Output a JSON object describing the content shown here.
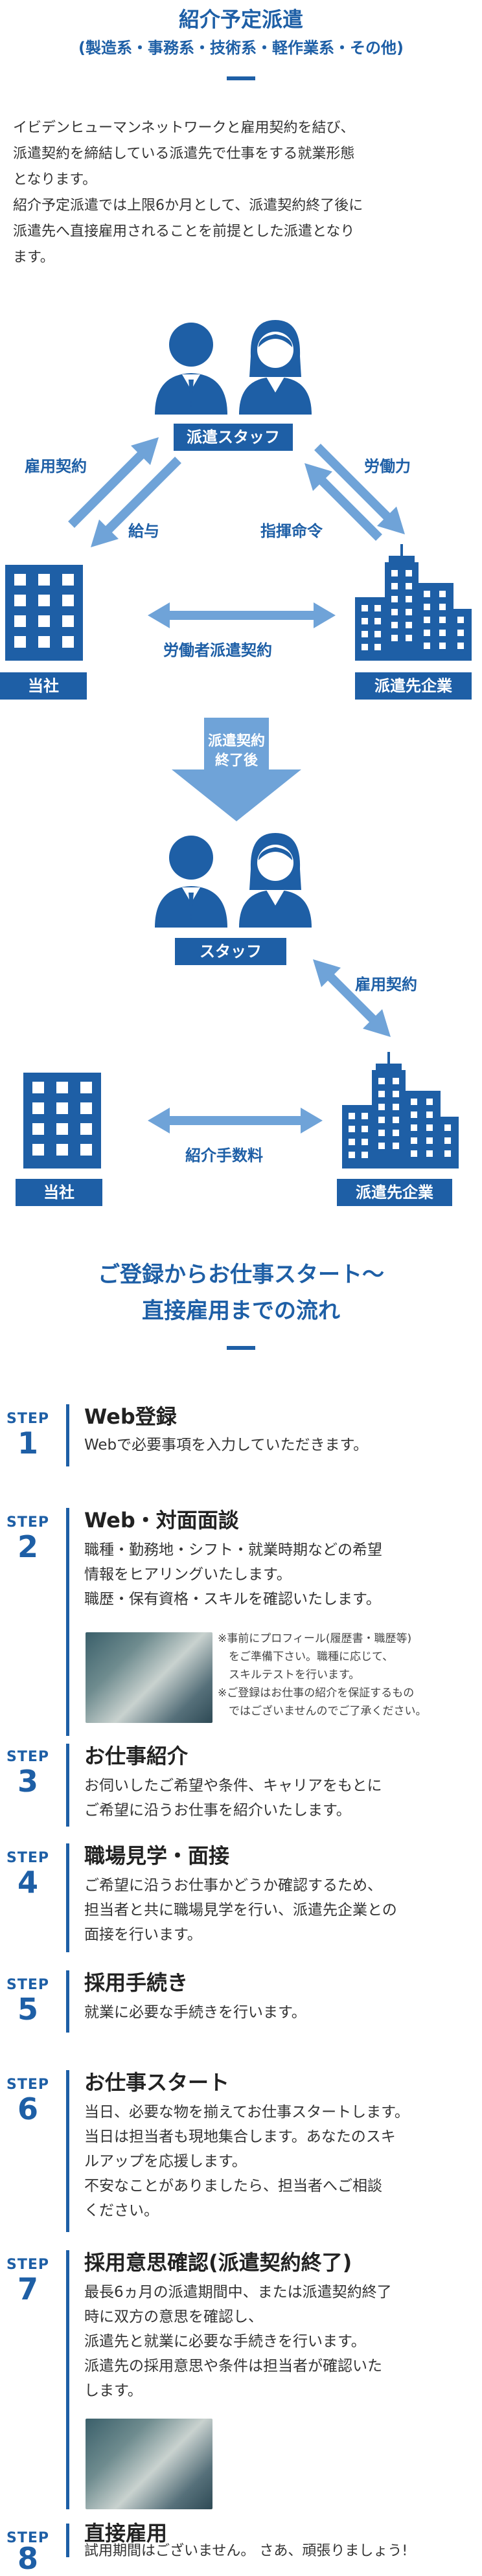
{
  "section1": {
    "title": "紹介予定派遣",
    "subtitle": "(製造系・事務系・技術系・軽作業系・その他)",
    "intro": [
      "イビデンヒューマンネットワークと雇用契約を結び、",
      "派遣契約を締結している派遣先で仕事をする就業形態",
      "となります。",
      "紹介予定派遣では上限6か月として、派遣契約終了後に",
      "派遣先へ直接雇用されることを前提とした派遣となり",
      "ます。"
    ]
  },
  "diagram1": {
    "staff_label": "派遣スタッフ",
    "company_label": "当社",
    "client_label": "派遣先企業",
    "arrow_employment": "雇用契約",
    "arrow_salary": "給与",
    "arrow_labor": "労働力",
    "arrow_command": "指揮命令",
    "arrow_dispatch_contract": "労働者派遣契約",
    "transition_line1": "派遣契約",
    "transition_line2": "終了後"
  },
  "diagram2": {
    "staff_label": "スタッフ",
    "company_label": "当社",
    "client_label": "派遣先企業",
    "arrow_employment": "雇用契約",
    "arrow_fee": "紹介手数料"
  },
  "section2": {
    "title_line1": "ご登録からお仕事スタート〜",
    "title_line2": "直接雇用までの流れ"
  },
  "steps": [
    {
      "label": "STEP",
      "num": "1",
      "title": "Web登録",
      "body": [
        "Webで必要事項を入力していただきます。"
      ]
    },
    {
      "label": "STEP",
      "num": "2",
      "title": "Web・対面面談",
      "body": [
        "職種・勤務地・シフト・就業時期などの希望",
        "情報をヒアリングいたします。",
        "職歴・保有資格・スキルを確認いたします。"
      ],
      "notes": [
        "※事前にプロフィール(履歴書・職歴等)",
        "　をご準備下さい。職種に応じて、",
        "　スキルテストを行います。",
        "※ご登録はお仕事の紹介を保証するもの",
        "　ではございませんのでご了承ください。"
      ]
    },
    {
      "label": "STEP",
      "num": "3",
      "title": "お仕事紹介",
      "body": [
        "お伺いしたご希望や条件、キャリアをもとに",
        "ご希望に沿うお仕事を紹介いたします。"
      ]
    },
    {
      "label": "STEP",
      "num": "4",
      "title": "職場見学・面接",
      "body": [
        "ご希望に沿うお仕事かどうか確認するため、",
        "担当者と共に職場見学を行い、派遣先企業との",
        "面接を行います。"
      ]
    },
    {
      "label": "STEP",
      "num": "5",
      "title": "採用手続き",
      "body": [
        "就業に必要な手続きを行います。"
      ]
    },
    {
      "label": "STEP",
      "num": "6",
      "title": "お仕事スタート",
      "body": [
        "当日、必要な物を揃えてお仕事スタートします。",
        "当日は担当者も現地集合します。あなたのスキ",
        "ルアップを応援します。",
        "不安なことがありましたら、担当者へご相談",
        "ください。"
      ]
    },
    {
      "label": "STEP",
      "num": "7",
      "title": "採用意思確認(派遣契約終了)",
      "body": [
        "最長6ヵ月の派遣期間中、または派遣契約終了",
        "時に双方の意思を確認し、",
        "派遣先と就業に必要な手続きを行います。",
        "派遣先の採用意思や条件は担当者が確認いた",
        "します。"
      ]
    },
    {
      "label": "STEP",
      "num": "8",
      "title": "直接雇用",
      "body": [
        "試用期間はございません。",
        "さあ、頑張りましょう!"
      ]
    }
  ],
  "colors": {
    "accent": "#1e5fa6",
    "arrow": "#6fa3d8"
  }
}
